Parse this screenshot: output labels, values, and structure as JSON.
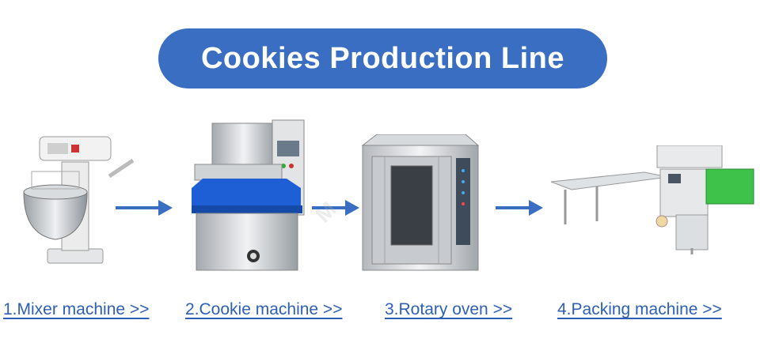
{
  "title": "Cookies Production Line",
  "colors": {
    "accent": "#3a6ec2",
    "link": "#2d5fb5",
    "arrow": "#3a6ec2",
    "steel": "#c9ccd1",
    "belt_blue": "#1f5fd6",
    "packer_green": "#3ec24a"
  },
  "steps": [
    {
      "label": "1.Mixer machine >>",
      "icon": "mixer-machine-icon"
    },
    {
      "label": "2.Cookie machine >>",
      "icon": "cookie-machine-icon"
    },
    {
      "label": "3.Rotary oven  >>",
      "icon": "rotary-oven-icon"
    },
    {
      "label": "4.Packing machine  >>",
      "icon": "packing-machine-icon"
    }
  ]
}
